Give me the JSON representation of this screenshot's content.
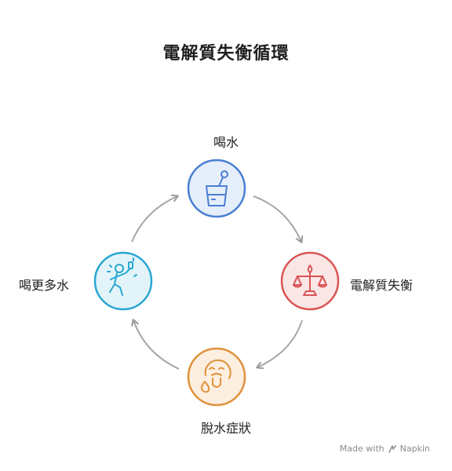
{
  "title": "電解質失衡循環",
  "nodes": {
    "drink_water": {
      "label": "喝水",
      "color": "#4a7fd4",
      "fill": "#e5eefb",
      "icon": "glass-with-straw-icon"
    },
    "imbalance": {
      "label": "電解質失衡",
      "color": "#d95454",
      "fill": "#fbe6e6",
      "icon": "balance-scale-icon"
    },
    "dehydration": {
      "label": "脫水症狀",
      "color": "#e0913a",
      "fill": "#fcefe0",
      "icon": "sick-face-icon"
    },
    "drink_more": {
      "label": "喝更多水",
      "color": "#2aa7d1",
      "fill": "#e2f4fa",
      "icon": "person-drinking-icon"
    }
  },
  "watermark": {
    "prefix": "Made with",
    "brand": "Napkin"
  }
}
